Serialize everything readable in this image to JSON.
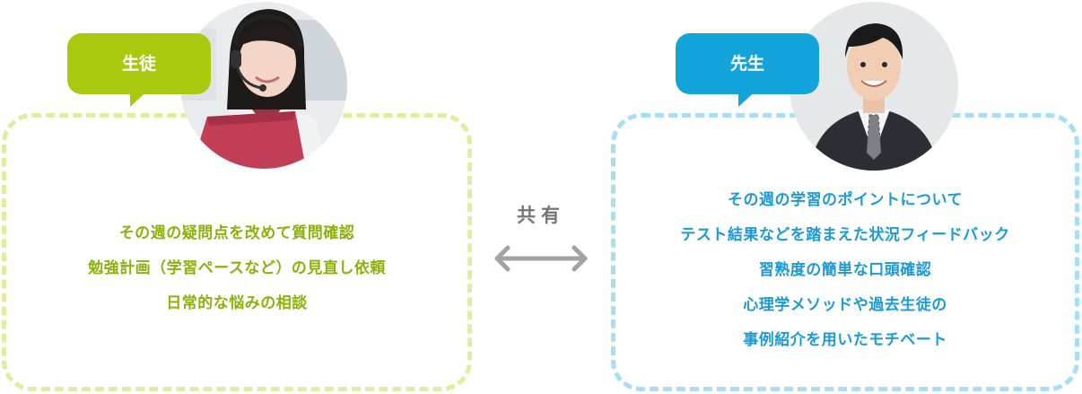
{
  "student": {
    "label": "生徒",
    "items": [
      "その週の疑問点を改めて質問確認",
      "勉強計画（学習ペースなど）の見直し依頼",
      "日常的な悩みの相談"
    ]
  },
  "teacher": {
    "label": "先生",
    "items": [
      "その週の学習のポイントについて",
      "テスト結果などを踏まえた状況フィードバック",
      "習熟度の簡単な口頭確認",
      "心理学メソッドや過去生徒の",
      "事例紹介を用いたモチベート"
    ]
  },
  "share": {
    "label": "共有"
  },
  "colors": {
    "student_accent": "#a9c90f",
    "student_text": "#8bb208",
    "student_border": "#e3eb9c",
    "teacher_accent": "#14a4dc",
    "teacher_text": "#1a9bd7",
    "teacher_border": "#a6dff2",
    "arrow": "#a3a3a3"
  },
  "icons": {
    "share_arrow": "double-arrow-icon"
  }
}
